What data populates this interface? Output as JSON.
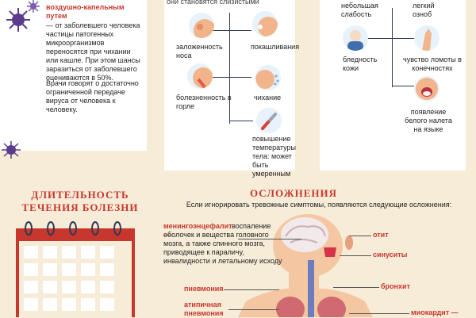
{
  "transmission": {
    "highlight": "воздушно-капельным путем",
    "text1": "— от заболевшего человека частицы патогенных микроорганизмов переносятся при чихании или кашле. При этом шансы заразиться от заболевшего оцениваются в 50%.",
    "text2": "Врачи говорят о достаточно ограниченной передаче вируса от человека к человеку."
  },
  "symptoms_middle": {
    "heading_partial": "они становятся слизистыми",
    "items": [
      "заложенность носа",
      "покашливания",
      "болезненность в горле",
      "чихание",
      "повышение температуры тела: может быть умеренным"
    ]
  },
  "symptoms_right": {
    "items": [
      "небольшая слабость",
      "легкий озноб",
      "бледность кожи",
      "чувство ломоты в конечностях",
      "появление белого налета на языке"
    ]
  },
  "duration": {
    "title": "ДЛИТЕЛЬНОСТЬ ТЕЧЕНИЯ БОЛЕЗНИ"
  },
  "complications": {
    "title": "ОСЛОЖНЕНИЯ",
    "intro": "Если игнорировать тревожные симптомы, появляются следующие осложнения:",
    "meningo_term": "менингоэнцефалит —",
    "meningo_desc": "воспаление оболочек и вещества головного мозга, а также спинного мозга, приводящее к параличу, инвалидности и летальному исходу",
    "labels": [
      "отит",
      "синуситы",
      "пневмония",
      "бронхит",
      "атипичная пневмония",
      "миокардит —"
    ]
  },
  "colors": {
    "accent": "#c8372d",
    "background": "#f6ecd8",
    "card": "#ffffff",
    "virus": "#5b3c8c"
  }
}
